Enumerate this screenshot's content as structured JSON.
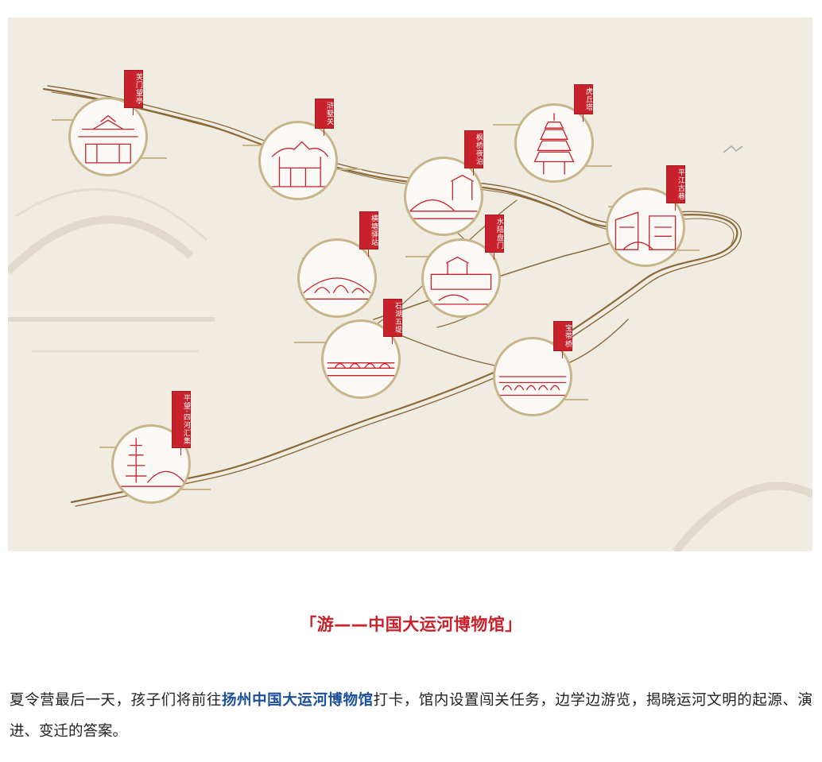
{
  "map": {
    "spots": [
      {
        "label": "芙门望亭",
        "icon": "gate-tower-illustration"
      },
      {
        "label": "浒墅关",
        "icon": "pavilion-illustration"
      },
      {
        "label": "枫桥夜泊",
        "icon": "stone-bridge-illustration"
      },
      {
        "label": "虎丘塔",
        "icon": "pagoda-illustration"
      },
      {
        "label": "平江古巷",
        "icon": "old-street-illustration"
      },
      {
        "label": "横塘驿站",
        "icon": "arch-bridge-illustration"
      },
      {
        "label": "水陆盘门",
        "icon": "water-gate-illustration"
      },
      {
        "label": "石湖五堤",
        "icon": "causeway-illustration"
      },
      {
        "label": "宝带桥",
        "icon": "multi-arch-bridge-illustration"
      },
      {
        "label": "平望·四河汇集",
        "icon": "tower-bridge-illustration"
      }
    ]
  },
  "section_title": "「游——中国大运河博物馆」",
  "paragraph": {
    "before": "夏令营最后一天，孩子们将前往",
    "highlight": "扬州中国大运河博物馆",
    "after": "打卡，馆内设置闯关任务，边学边游览，揭晓运河文明的起源、演进、变迁的答案。"
  },
  "colors": {
    "accent_red": "#c8232c",
    "highlight_blue": "#1a4e9a",
    "river_brown": "#8a6a3a",
    "map_bg": "#f1ece2"
  }
}
